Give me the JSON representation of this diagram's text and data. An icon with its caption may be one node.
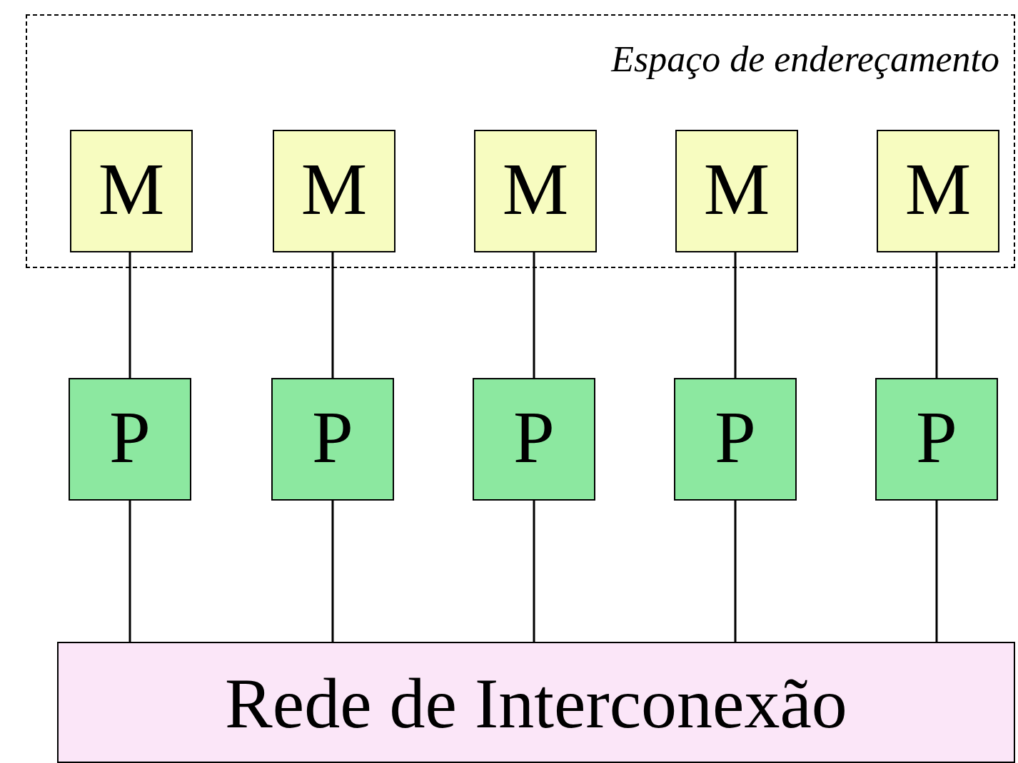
{
  "diagram": {
    "nodes": [
      {
        "text": [
          "Espaço de endereçamento"
        ]
      },
      {
        "text": [
          "M"
        ],
        "in": 0
      },
      {
        "text": [
          "M"
        ],
        "in": 0
      },
      {
        "text": [
          "M"
        ],
        "in": 0
      },
      {
        "text": [
          "M"
        ],
        "in": 0
      },
      {
        "text": [
          "M"
        ],
        "in": 0
      },
      {
        "text": [
          "P"
        ]
      },
      {
        "text": [
          "P"
        ]
      },
      {
        "text": [
          "P"
        ]
      },
      {
        "text": [
          "P"
        ]
      },
      {
        "text": [
          "P"
        ]
      },
      {
        "text": [
          "Rede de Interconexão"
        ]
      }
    ],
    "edges": [
      {
        "from": 1,
        "to": 6,
        "arrow": "none"
      },
      {
        "from": 2,
        "to": 7,
        "arrow": "none"
      },
      {
        "from": 3,
        "to": 8,
        "arrow": "none"
      },
      {
        "from": 4,
        "to": 9,
        "arrow": "none"
      },
      {
        "from": 5,
        "to": 10,
        "arrow": "none"
      },
      {
        "from": 6,
        "to": 11,
        "arrow": "none"
      },
      {
        "from": 7,
        "to": 11,
        "arrow": "none"
      },
      {
        "from": 8,
        "to": 11,
        "arrow": "none"
      },
      {
        "from": 9,
        "to": 11,
        "arrow": "none"
      },
      {
        "from": 10,
        "to": 11,
        "arrow": "none"
      }
    ]
  }
}
